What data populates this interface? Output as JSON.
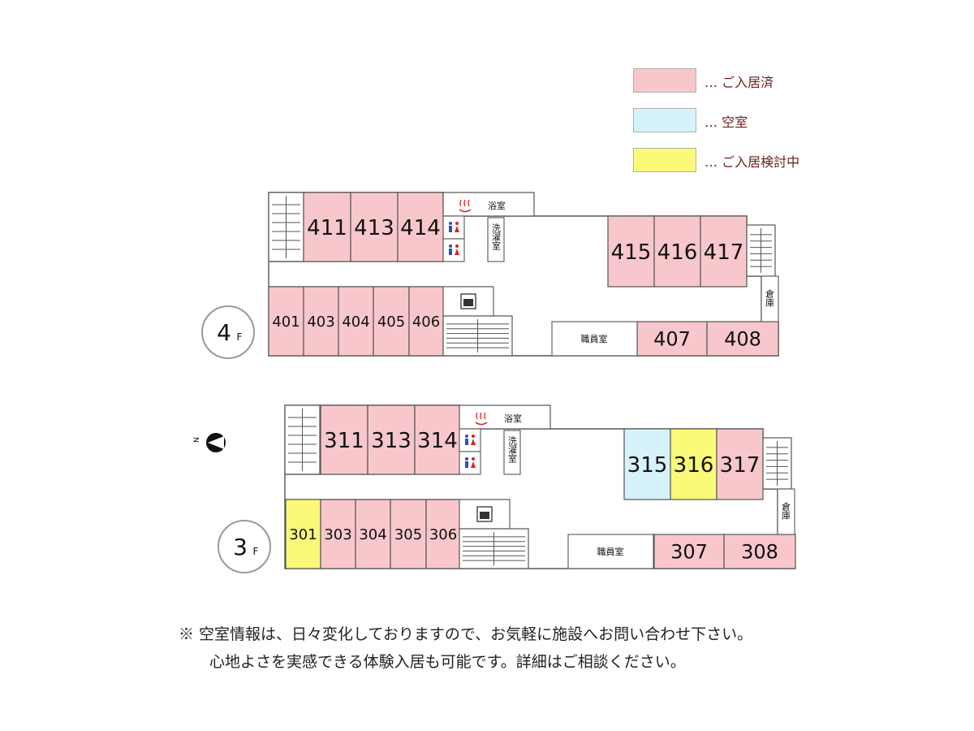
{
  "colors": {
    "occupied": "#f8c7cb",
    "vacant": "#d6f2fa",
    "considering": "#fafa78",
    "line": "#555555"
  },
  "legend": [
    {
      "text": "… ご入居済",
      "status": "occupied"
    },
    {
      "text": "… 空室",
      "status": "vacant"
    },
    {
      "text": "… ご入居検討中",
      "status": "considering"
    }
  ],
  "labels": {
    "bath": "浴室",
    "laundry": "洗濯室",
    "storage": "倉庫",
    "staff": "職員室"
  },
  "floors": [
    {
      "badge_num": "4",
      "badge_unit": "F",
      "rooms": [
        {
          "num": "411",
          "status": "occupied"
        },
        {
          "num": "413",
          "status": "occupied"
        },
        {
          "num": "414",
          "status": "occupied"
        },
        {
          "num": "415",
          "status": "occupied"
        },
        {
          "num": "416",
          "status": "occupied"
        },
        {
          "num": "417",
          "status": "occupied"
        },
        {
          "num": "401",
          "status": "occupied"
        },
        {
          "num": "403",
          "status": "occupied"
        },
        {
          "num": "404",
          "status": "occupied"
        },
        {
          "num": "405",
          "status": "occupied"
        },
        {
          "num": "406",
          "status": "occupied"
        },
        {
          "num": "407",
          "status": "occupied"
        },
        {
          "num": "408",
          "status": "occupied"
        }
      ]
    },
    {
      "badge_num": "3",
      "badge_unit": "F",
      "rooms": [
        {
          "num": "311",
          "status": "occupied"
        },
        {
          "num": "313",
          "status": "occupied"
        },
        {
          "num": "314",
          "status": "occupied"
        },
        {
          "num": "315",
          "status": "vacant"
        },
        {
          "num": "316",
          "status": "considering"
        },
        {
          "num": "317",
          "status": "occupied"
        },
        {
          "num": "301",
          "status": "considering"
        },
        {
          "num": "303",
          "status": "occupied"
        },
        {
          "num": "304",
          "status": "occupied"
        },
        {
          "num": "305",
          "status": "occupied"
        },
        {
          "num": "306",
          "status": "occupied"
        },
        {
          "num": "307",
          "status": "occupied"
        },
        {
          "num": "308",
          "status": "occupied"
        }
      ]
    }
  ],
  "north_label": "N",
  "notes": {
    "line1": "※ 空室情報は、日々変化しておりますので、お気軽に施設へお問い合わせ下さい。",
    "line2": "心地よさを実感できる体験入居も可能です。詳細はご相談ください。"
  }
}
